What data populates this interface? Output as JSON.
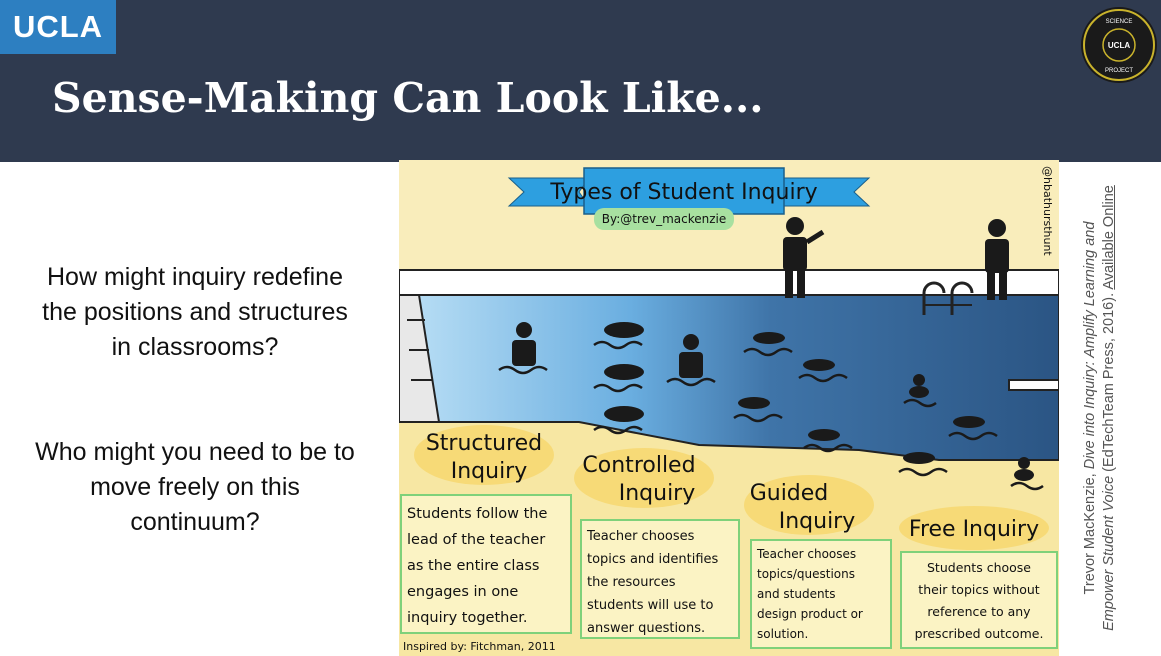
{
  "header": {
    "badge": "UCLA",
    "title": "Sense-Making Can Look Like...",
    "seal": {
      "top": "SCIENCE",
      "center": "UCLA",
      "bottom": "PROJECT"
    }
  },
  "questions": [
    "How might inquiry redefine the positions and structures in classrooms?",
    "Who might you need to be to move freely on this continuum?"
  ],
  "illustration": {
    "banner": "Types of Student Inquiry",
    "byline": "By:@trev_mackenzie",
    "handle": "@hbathursthunt",
    "levels": [
      {
        "name_line1": "Structured",
        "name_line2": "Inquiry",
        "desc": [
          "Students follow the",
          "lead of the teacher",
          "as the entire class",
          "engages in one",
          "inquiry together."
        ]
      },
      {
        "name_line1": "Controlled",
        "name_line2": "Inquiry",
        "desc": [
          "Teacher chooses",
          "topics and identifies",
          "the resources",
          "students will use to",
          "answer questions."
        ]
      },
      {
        "name_line1": "Guided",
        "name_line2": "Inquiry",
        "desc": [
          "Teacher chooses",
          "topics/questions",
          "and students",
          "design product or",
          "solution."
        ]
      },
      {
        "name_line1": "Free Inquiry",
        "name_line2": "",
        "desc": [
          "Students choose",
          "their topics without",
          "reference to any",
          "prescribed outcome."
        ]
      }
    ],
    "inspired": "Inspired by: Fitchman, 2011",
    "colors": {
      "sand": "#f6e6a6",
      "pool_light": "#a9d6f2",
      "pool_mid": "#5e9fd3",
      "pool_deep": "#2f5a8a",
      "banner": "#2d9fe0",
      "note_border": "#7fd17a"
    }
  },
  "citation": {
    "line1_prefix": "Trevor MacKenzie, ",
    "line1_italic": "Dive into Inquiry: Amplify Learning and",
    "line2_italic": "Empower Student Voice",
    "line2_rest": " (EdTechTeam Press, 2016). ",
    "link": "Available Online"
  },
  "colors": {
    "header_bg": "#2f3a4f",
    "badge_bg": "#2d7fc1"
  }
}
